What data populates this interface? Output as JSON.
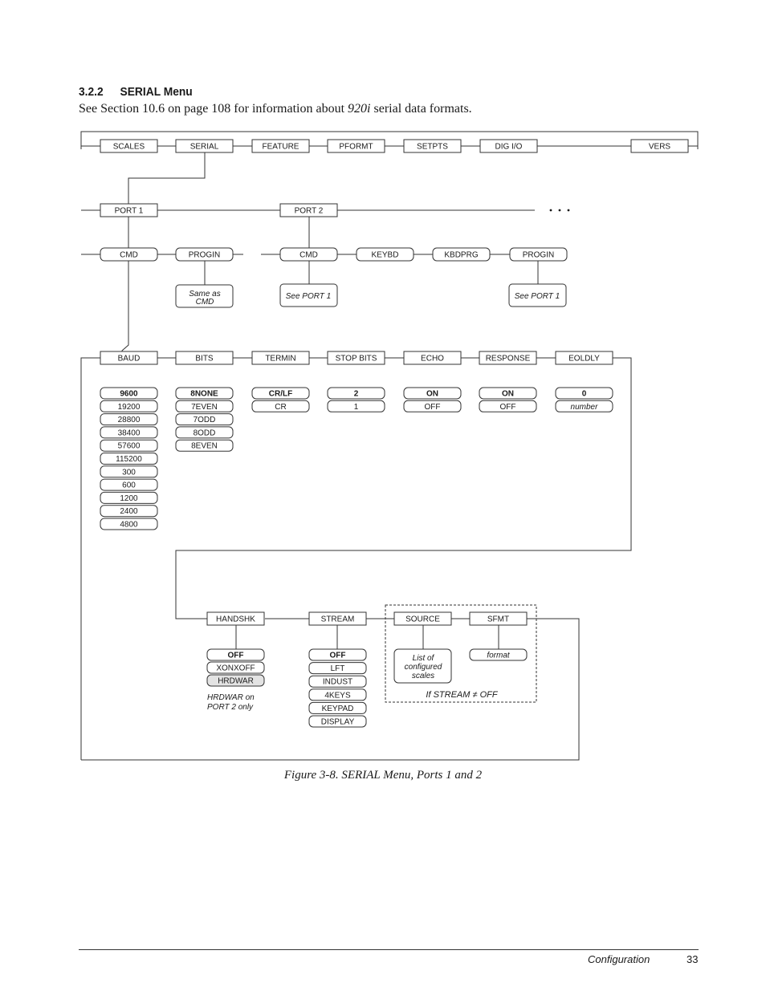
{
  "heading": {
    "number": "3.2.2",
    "title": "SERIAL Menu"
  },
  "intro": {
    "before": "See Section 10.6 on page 108 for information about ",
    "emph": "920i",
    "after": " serial data formats."
  },
  "menu": {
    "top": [
      "SCALES",
      "SERIAL",
      "FEATURE",
      "PFORMT",
      "SETPTS",
      "DIG I/O",
      "VERS"
    ],
    "ports": [
      "PORT 1",
      "PORT 2"
    ],
    "more": "• • •",
    "port1_items": [
      "CMD",
      "PROGIN"
    ],
    "port2_items": [
      "CMD",
      "KEYBD",
      "KBDPRG",
      "PROGIN"
    ],
    "same_as_cmd": [
      "Same as",
      "CMD"
    ],
    "see_port1": "See PORT 1",
    "cmd_params": [
      "BAUD",
      "BITS",
      "TERMIN",
      "STOP BITS",
      "ECHO",
      "RESPONSE",
      "EOLDLY"
    ],
    "baud": [
      "9600",
      "19200",
      "28800",
      "38400",
      "57600",
      "115200",
      "300",
      "600",
      "1200",
      "2400",
      "4800"
    ],
    "bits": [
      "8NONE",
      "7EVEN",
      "7ODD",
      "8ODD",
      "8EVEN"
    ],
    "termin": [
      "CR/LF",
      "CR"
    ],
    "stop_bits": [
      "2",
      "1"
    ],
    "echo": [
      "ON",
      "OFF"
    ],
    "response": [
      "ON",
      "OFF"
    ],
    "eoldly": [
      "0",
      "number"
    ],
    "row2": [
      "HANDSHK",
      "STREAM",
      "SOURCE",
      "SFMT"
    ],
    "handshk": [
      "OFF",
      "XONXOFF",
      "HRDWAR"
    ],
    "handshk_note": [
      "HRDWAR on",
      "PORT 2 only"
    ],
    "stream": [
      "OFF",
      "LFT",
      "INDUST",
      "4KEYS",
      "KEYPAD",
      "DISPLAY"
    ],
    "source_value": [
      "List of",
      "configured",
      "scales"
    ],
    "sfmt_value": "format",
    "stream_condition": "If STREAM ≠ OFF"
  },
  "caption": "Figure 3-8. SERIAL Menu, Ports 1 and 2",
  "footer": {
    "section": "Configuration",
    "page": "33"
  }
}
